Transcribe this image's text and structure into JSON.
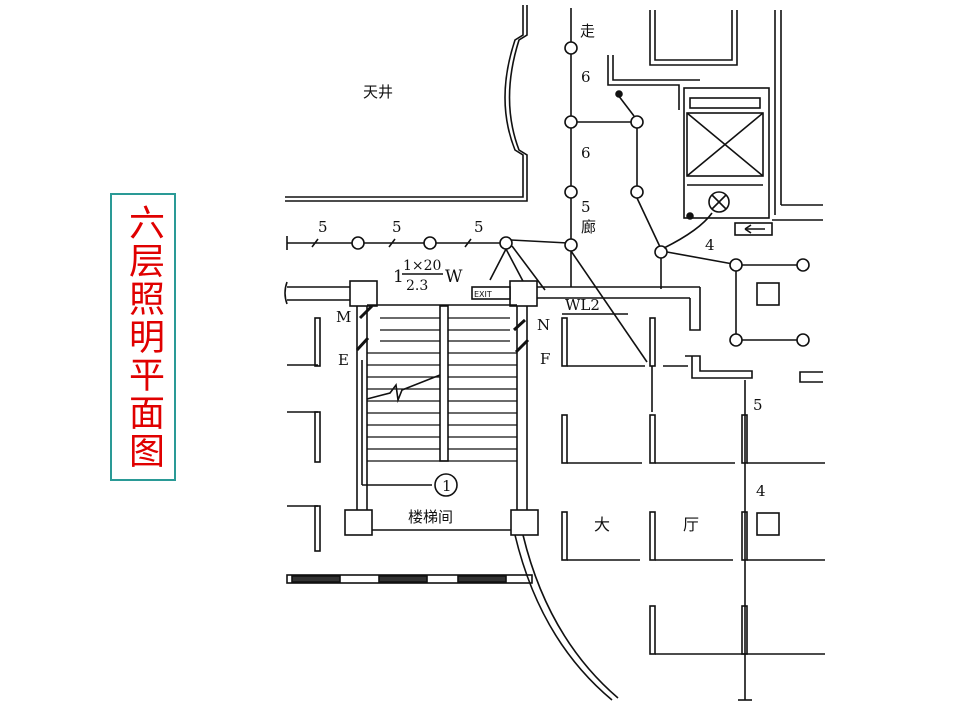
{
  "title": "六层照明平面图",
  "colors": {
    "title_text": "#e00000",
    "title_border": "#2a9a96",
    "line": "#111111"
  },
  "rooms": {
    "courtyard": "天井",
    "corridor_top": "走",
    "corridor_bottom": "廊",
    "stairwell": "楼梯间",
    "hall_left": "大",
    "hall_right": "厅"
  },
  "annotations": {
    "wire_count_1": "5",
    "wire_count_2": "5",
    "wire_count_3": "5",
    "corridor_wire_1": "6",
    "corridor_wire_2": "6",
    "corridor_wire_3": "5",
    "lift_wire": "4",
    "right_wire_upper": "5",
    "right_wire_lower": "4",
    "fixture_prefix": "1",
    "fixture_numerator": "1×20",
    "fixture_denominator": "2.3",
    "fixture_suffix": "W",
    "exit_sign": "EXIT",
    "circuit": "WL2",
    "switch_m": "M",
    "switch_n": "N",
    "switch_e": "E",
    "switch_f": "F",
    "stair_number": "1"
  }
}
